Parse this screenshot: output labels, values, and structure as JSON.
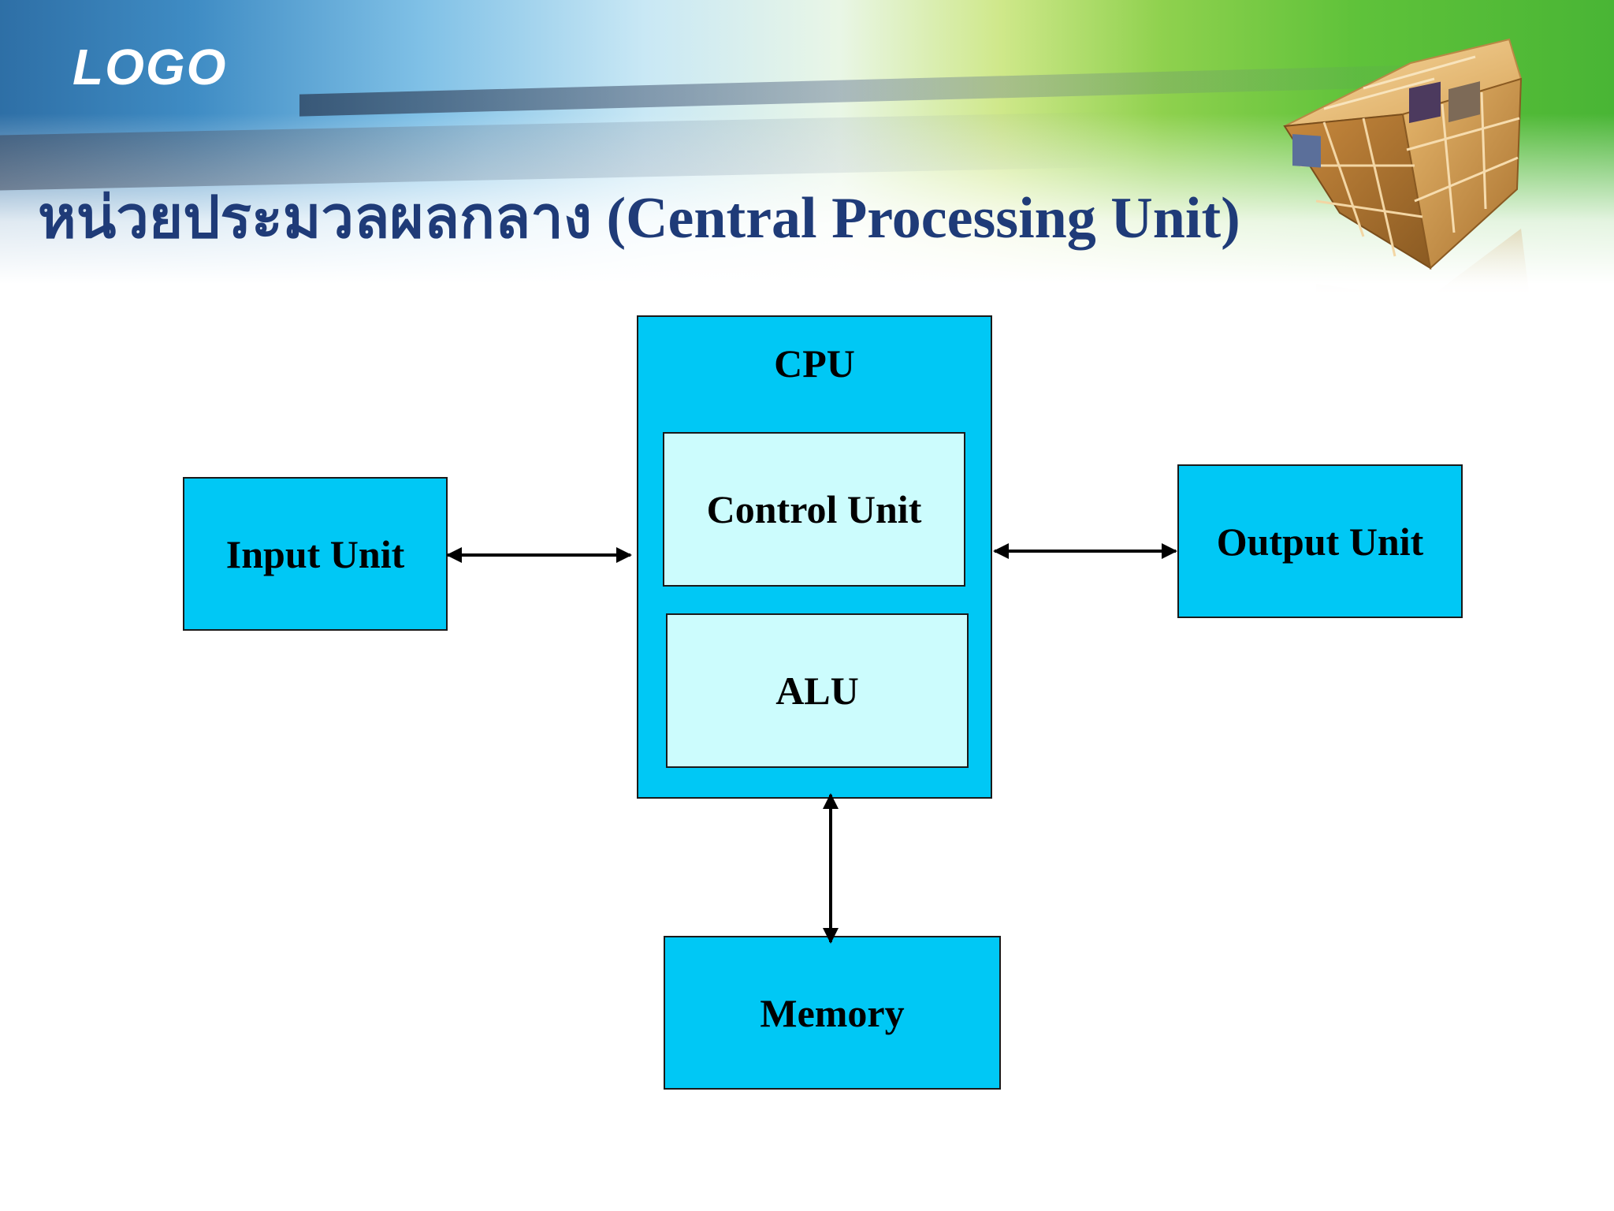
{
  "slide": {
    "logo_text": "LOGO",
    "title": "หน่วยประมวลผลกลาง (Central Processing Unit)"
  },
  "diagram": {
    "cpu": "CPU",
    "control_unit": "Control Unit",
    "alu": "ALU",
    "input_unit": "Input Unit",
    "output_unit": "Output Unit",
    "memory": "Memory"
  },
  "colors": {
    "box_fill": "#00c8f5",
    "inner_box_fill": "#ccfcfd",
    "title_color": "#1f3b78",
    "arrow_color": "#000000"
  },
  "icons": {
    "cube_graphic": "photo-cube-icon"
  }
}
